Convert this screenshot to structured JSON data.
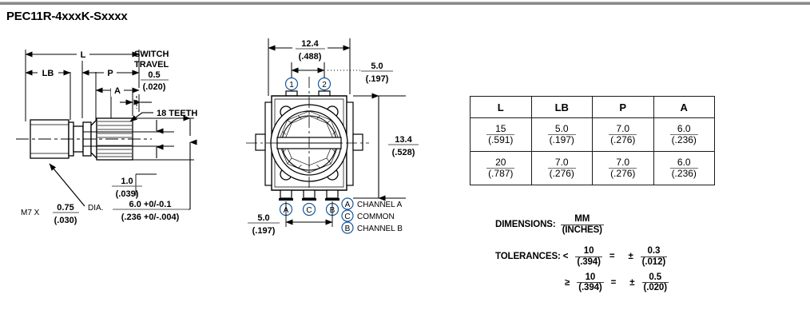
{
  "page": {
    "title": "PEC11R-4xxxK-Sxxxx"
  },
  "left_view": {
    "dimensions": {
      "l": "L",
      "lb": "LB",
      "p": "P",
      "a": "A"
    },
    "switch_travel": {
      "line1": "SWITCH",
      "line2": "TRAVEL",
      "mm": "0.5",
      "inch": "(.020)"
    },
    "teeth_note": "18 TEETH",
    "bushing_thread": {
      "prefix": "M7 X",
      "mm": "0.75",
      "inch": "(.030)"
    },
    "shaft_flat": {
      "mm": "1.0",
      "inch": "(.039)"
    },
    "shaft_dia": {
      "prefix": "DIA.",
      "mm": "6.0 +0/-0.1",
      "inch": "(.236 +0/-.004)"
    }
  },
  "front_view": {
    "width_dim": {
      "mm": "12.4",
      "inch": "(.488)"
    },
    "terminal_pitch_top": {
      "mm": "5.0",
      "inch": "(.197)"
    },
    "height_dim": {
      "mm": "13.4",
      "inch": "(.528)"
    },
    "terminal_pitch_bottom": {
      "mm": "5.0",
      "inch": "(.197)"
    },
    "pin_callouts": {
      "one": "1",
      "two": "2",
      "a": "A",
      "c": "C",
      "b": "B"
    },
    "legend": [
      {
        "symbol": "A",
        "label": "CHANNEL A"
      },
      {
        "symbol": "C",
        "label": "COMMON"
      },
      {
        "symbol": "B",
        "label": "CHANNEL B"
      }
    ]
  },
  "spec_table": {
    "headers": [
      "L",
      "LB",
      "P",
      "A"
    ],
    "rows": [
      [
        {
          "mm": "15",
          "inch": "(.591)"
        },
        {
          "mm": "5.0",
          "inch": "(.197)"
        },
        {
          "mm": "7.0",
          "inch": "(.276)"
        },
        {
          "mm": "6.0",
          "inch": "(.236)"
        }
      ],
      [
        {
          "mm": "20",
          "inch": "(.787)"
        },
        {
          "mm": "7.0",
          "inch": "(.276)"
        },
        {
          "mm": "7.0",
          "inch": "(.276)"
        },
        {
          "mm": "6.0",
          "inch": "(.236)"
        }
      ]
    ]
  },
  "notes": {
    "dimensions_label": "DIMENSIONS:",
    "dimensions_num": "MM",
    "dimensions_den": "(INCHES)",
    "tolerances_label": "TOLERANCES:",
    "tol_row1": {
      "comparator": "<",
      "limit_num": "10",
      "limit_den": "(.394)",
      "equals": "=",
      "pm": "±",
      "value_num": "0.3",
      "value_den": "(.012)"
    },
    "tol_row2": {
      "comparator": "≥",
      "limit_num": "10",
      "limit_den": "(.394)",
      "equals": "=",
      "pm": "±",
      "value_num": "0.5",
      "value_den": "(.020)"
    }
  },
  "colors": {
    "line": "#000000",
    "rule": "#8a8a8a",
    "fraction_bar": "#6e6e6e"
  }
}
